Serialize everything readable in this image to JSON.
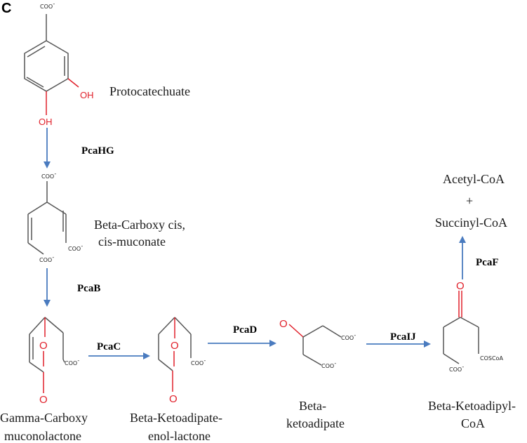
{
  "panel_label": "C",
  "compounds": {
    "protocatechuate": "Protocatechuate",
    "beta_carboxy_1": "Beta-Carboxy cis,",
    "beta_carboxy_2": "cis-muconate",
    "gamma_1": "Gamma-Carboxy",
    "gamma_2": "muconolactone",
    "enol_1": "Beta-Ketoadipate-",
    "enol_2": "enol-lactone",
    "keto_1": "Beta-",
    "keto_2": "ketoadipate",
    "koa_1": "Beta-Ketoadipyl-",
    "koa_2": "CoA",
    "prod_1": "Acetyl-CoA",
    "prod_plus": "+",
    "prod_2": "Succinyl-CoA"
  },
  "enzymes": {
    "pcahg": "PcaHG",
    "pcab": "PcaB",
    "pcac": "PcaC",
    "pcad": "PcaD",
    "pcaij": "PcaIJ",
    "pcaf": "PcaF"
  },
  "groups": {
    "coo": "COO",
    "charge": "-",
    "oh": "OH",
    "o": "O",
    "coscoa": "COSCoA"
  },
  "colors": {
    "arrow": "#4a7bbf",
    "oxygen": "#e0202a",
    "bond": "#555555"
  }
}
